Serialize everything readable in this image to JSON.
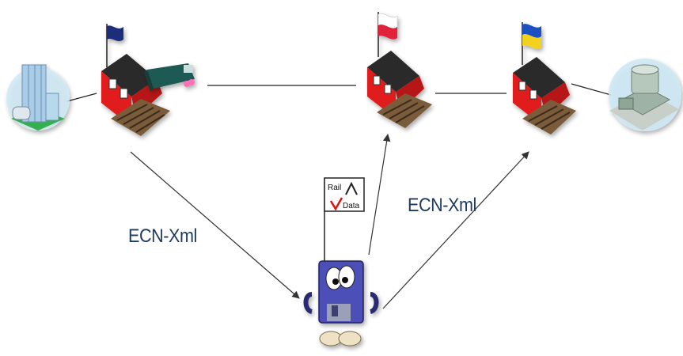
{
  "labels": {
    "left_flow": "ECN-Xml",
    "right_flow": "ECN-Xml"
  },
  "flag_logo": {
    "line1": "Rail",
    "line2": "Data"
  },
  "icons": {
    "left_building": "office-building-icon",
    "left_station": "railway-station-icon",
    "train": "locomotive-icon",
    "middle_station": "railway-station-icon",
    "right_station": "railway-station-icon",
    "right_building": "warehouse-icon",
    "server": "floppy-robot-icon"
  },
  "colors": {
    "label_text": "#1f3a5f",
    "station_wall": "#e01e1e",
    "station_roof": "#2a2a2a",
    "train_body": "#1c5a53",
    "flag_left": "#1f2f7a",
    "flag_middle_top": "#ffffff",
    "flag_middle_bottom": "#e0223a",
    "flag_right_top": "#1f4fbf",
    "flag_right_bottom": "#f2d21c",
    "robot_body": "#4b4fb7"
  }
}
